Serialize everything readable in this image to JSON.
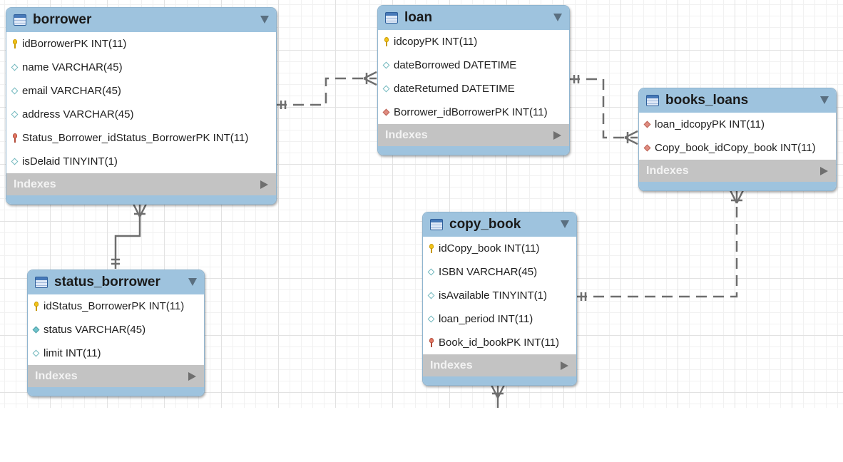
{
  "diagram": {
    "tables": {
      "borrower": {
        "title": "borrower",
        "columns": [
          {
            "text": "idBorrowerPK INT(11)",
            "icon": "primary-key-icon"
          },
          {
            "text": "name VARCHAR(45)",
            "icon": "column-diamond-icon"
          },
          {
            "text": "email VARCHAR(45)",
            "icon": "column-diamond-icon"
          },
          {
            "text": "address VARCHAR(45)",
            "icon": "column-diamond-icon"
          },
          {
            "text": "Status_Borrower_idStatus_BorrowerPK INT(11)",
            "icon": "foreign-primary-key-icon"
          },
          {
            "text": "isDelaid TINYINT(1)",
            "icon": "column-diamond-icon"
          }
        ],
        "indexes_label": "Indexes"
      },
      "loan": {
        "title": "loan",
        "columns": [
          {
            "text": "idcopyPK INT(11)",
            "icon": "primary-key-icon"
          },
          {
            "text": "dateBorrowed DATETIME",
            "icon": "column-diamond-icon"
          },
          {
            "text": "dateReturned DATETIME",
            "icon": "column-diamond-icon"
          },
          {
            "text": "Borrower_idBorrowerPK INT(11)",
            "icon": "foreign-key-diamond-icon"
          }
        ],
        "indexes_label": "Indexes"
      },
      "books_loans": {
        "title": "books_loans",
        "columns": [
          {
            "text": "loan_idcopyPK INT(11)",
            "icon": "foreign-key-diamond-icon"
          },
          {
            "text": "Copy_book_idCopy_book INT(11)",
            "icon": "foreign-key-diamond-icon"
          }
        ],
        "indexes_label": "Indexes"
      },
      "status_borrower": {
        "title": "status_borrower",
        "columns": [
          {
            "text": "idStatus_BorrowerPK INT(11)",
            "icon": "primary-key-icon"
          },
          {
            "text": "status VARCHAR(45)",
            "icon": "not-null-diamond-icon"
          },
          {
            "text": "limit INT(11)",
            "icon": "column-diamond-icon"
          }
        ],
        "indexes_label": "Indexes"
      },
      "copy_book": {
        "title": "copy_book",
        "columns": [
          {
            "text": "idCopy_book INT(11)",
            "icon": "primary-key-icon"
          },
          {
            "text": "ISBN VARCHAR(45)",
            "icon": "column-diamond-icon"
          },
          {
            "text": "isAvailable TINYINT(1)",
            "icon": "column-diamond-icon"
          },
          {
            "text": "loan_period INT(11)",
            "icon": "column-diamond-icon"
          },
          {
            "text": "Book_id_bookPK INT(11)",
            "icon": "foreign-primary-key-icon"
          }
        ],
        "indexes_label": "Indexes"
      }
    },
    "relationships": [
      {
        "from": "borrower",
        "to": "loan",
        "from_end": "one-and-only-one",
        "to_end": "one-or-many",
        "style": "dashed"
      },
      {
        "from": "loan",
        "to": "books_loans",
        "from_end": "one-and-only-one",
        "to_end": "one-or-many",
        "style": "dashed"
      },
      {
        "from": "copy_book",
        "to": "books_loans",
        "from_end": "one-and-only-one",
        "to_end": "one-or-many",
        "style": "dashed"
      },
      {
        "from": "status_borrower",
        "to": "borrower",
        "from_end": "one-and-only-one",
        "to_end": "one-or-many",
        "style": "solid"
      },
      {
        "from": "copy_book",
        "to": "off-canvas",
        "from_end": "one-or-many",
        "to_end": "",
        "style": "solid"
      }
    ],
    "colors": {
      "header": "#9ec3de",
      "border": "#8fb4cf",
      "indexes_bar": "#c3c3c3",
      "connector": "#6e6e6e",
      "primary_key": "#f2c318",
      "foreign_key": "#e08c80",
      "column_diamond": "#72b8be"
    }
  }
}
